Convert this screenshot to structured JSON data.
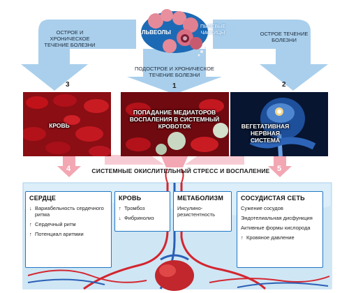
{
  "top": {
    "center_label": "АЛЬВЕОЛЫ",
    "dust_label": "ПЫЛЕВЫЕ ЧАСТИЦЫ",
    "left_label": "ОСТРОЕ И ХРОНИЧЕСКОЕ ТЕЧЕНИЕ БОЛЕЗНИ",
    "right_label": "ОСТРОЕ ТЕЧЕНИЕ БОЛЕЗНИ",
    "middle_label": "ПОДОСТРОЕ И ХРОНИЧЕСКОЕ ТЕЧЕНИЕ БОЛЕЗНИ"
  },
  "numbers": {
    "n1": "1",
    "n2": "2",
    "n3": "3",
    "n4": "4",
    "n5": "5"
  },
  "panels": {
    "left": "КРОВЬ",
    "center": "ПОПАДАНИЕ МЕДИАТОРОВ ВОСПАЛЕНИЯ В СИСТЕМНЫЙ КРОВОТОК",
    "right": "ВЕГЕТАТИВНАЯ НЕРВНАЯ СИСТЕМА"
  },
  "banner": "СИСТЕМНЫЕ ОКИСЛИТЕЛЬНЫЙ СТРЕСС И ВОСПАЛЕНИЕ",
  "cards": {
    "heart": {
      "title": "СЕРДЦЕ",
      "items": [
        {
          "arrow": "↓",
          "text": "Вариабельность сердечного ритма"
        },
        {
          "arrow": "↑",
          "text": "Сердечный ритм"
        },
        {
          "arrow": "↑",
          "text": "Потенциал аритмии"
        }
      ]
    },
    "blood": {
      "title": "КРОВЬ",
      "items": [
        {
          "arrow": "↑",
          "text": "Тромбоз"
        },
        {
          "arrow": "↓",
          "text": "Фибринолиз"
        }
      ]
    },
    "metabolism": {
      "title": "МЕТАБОЛИЗМ",
      "items": [
        {
          "arrow": "",
          "text": "Инсулино-резистентность"
        }
      ]
    },
    "vascular": {
      "title": "СОСУДИСТАЯ СЕТЬ",
      "items": [
        {
          "arrow": "",
          "text": "Сужение сосудов"
        },
        {
          "arrow": "",
          "text": "Эндотелиальная дисфункция"
        },
        {
          "arrow": "",
          "text": "Активные формы кислорода"
        },
        {
          "arrow": "↑",
          "text": "Кровяное давление"
        }
      ]
    }
  },
  "colors": {
    "arrow_blue": "#a9cfec",
    "arrow_pink": "#f2a7b3",
    "card_border": "#1f77c4",
    "blood_red": "#b3121a",
    "brain_blue": "#1e4f9a"
  }
}
